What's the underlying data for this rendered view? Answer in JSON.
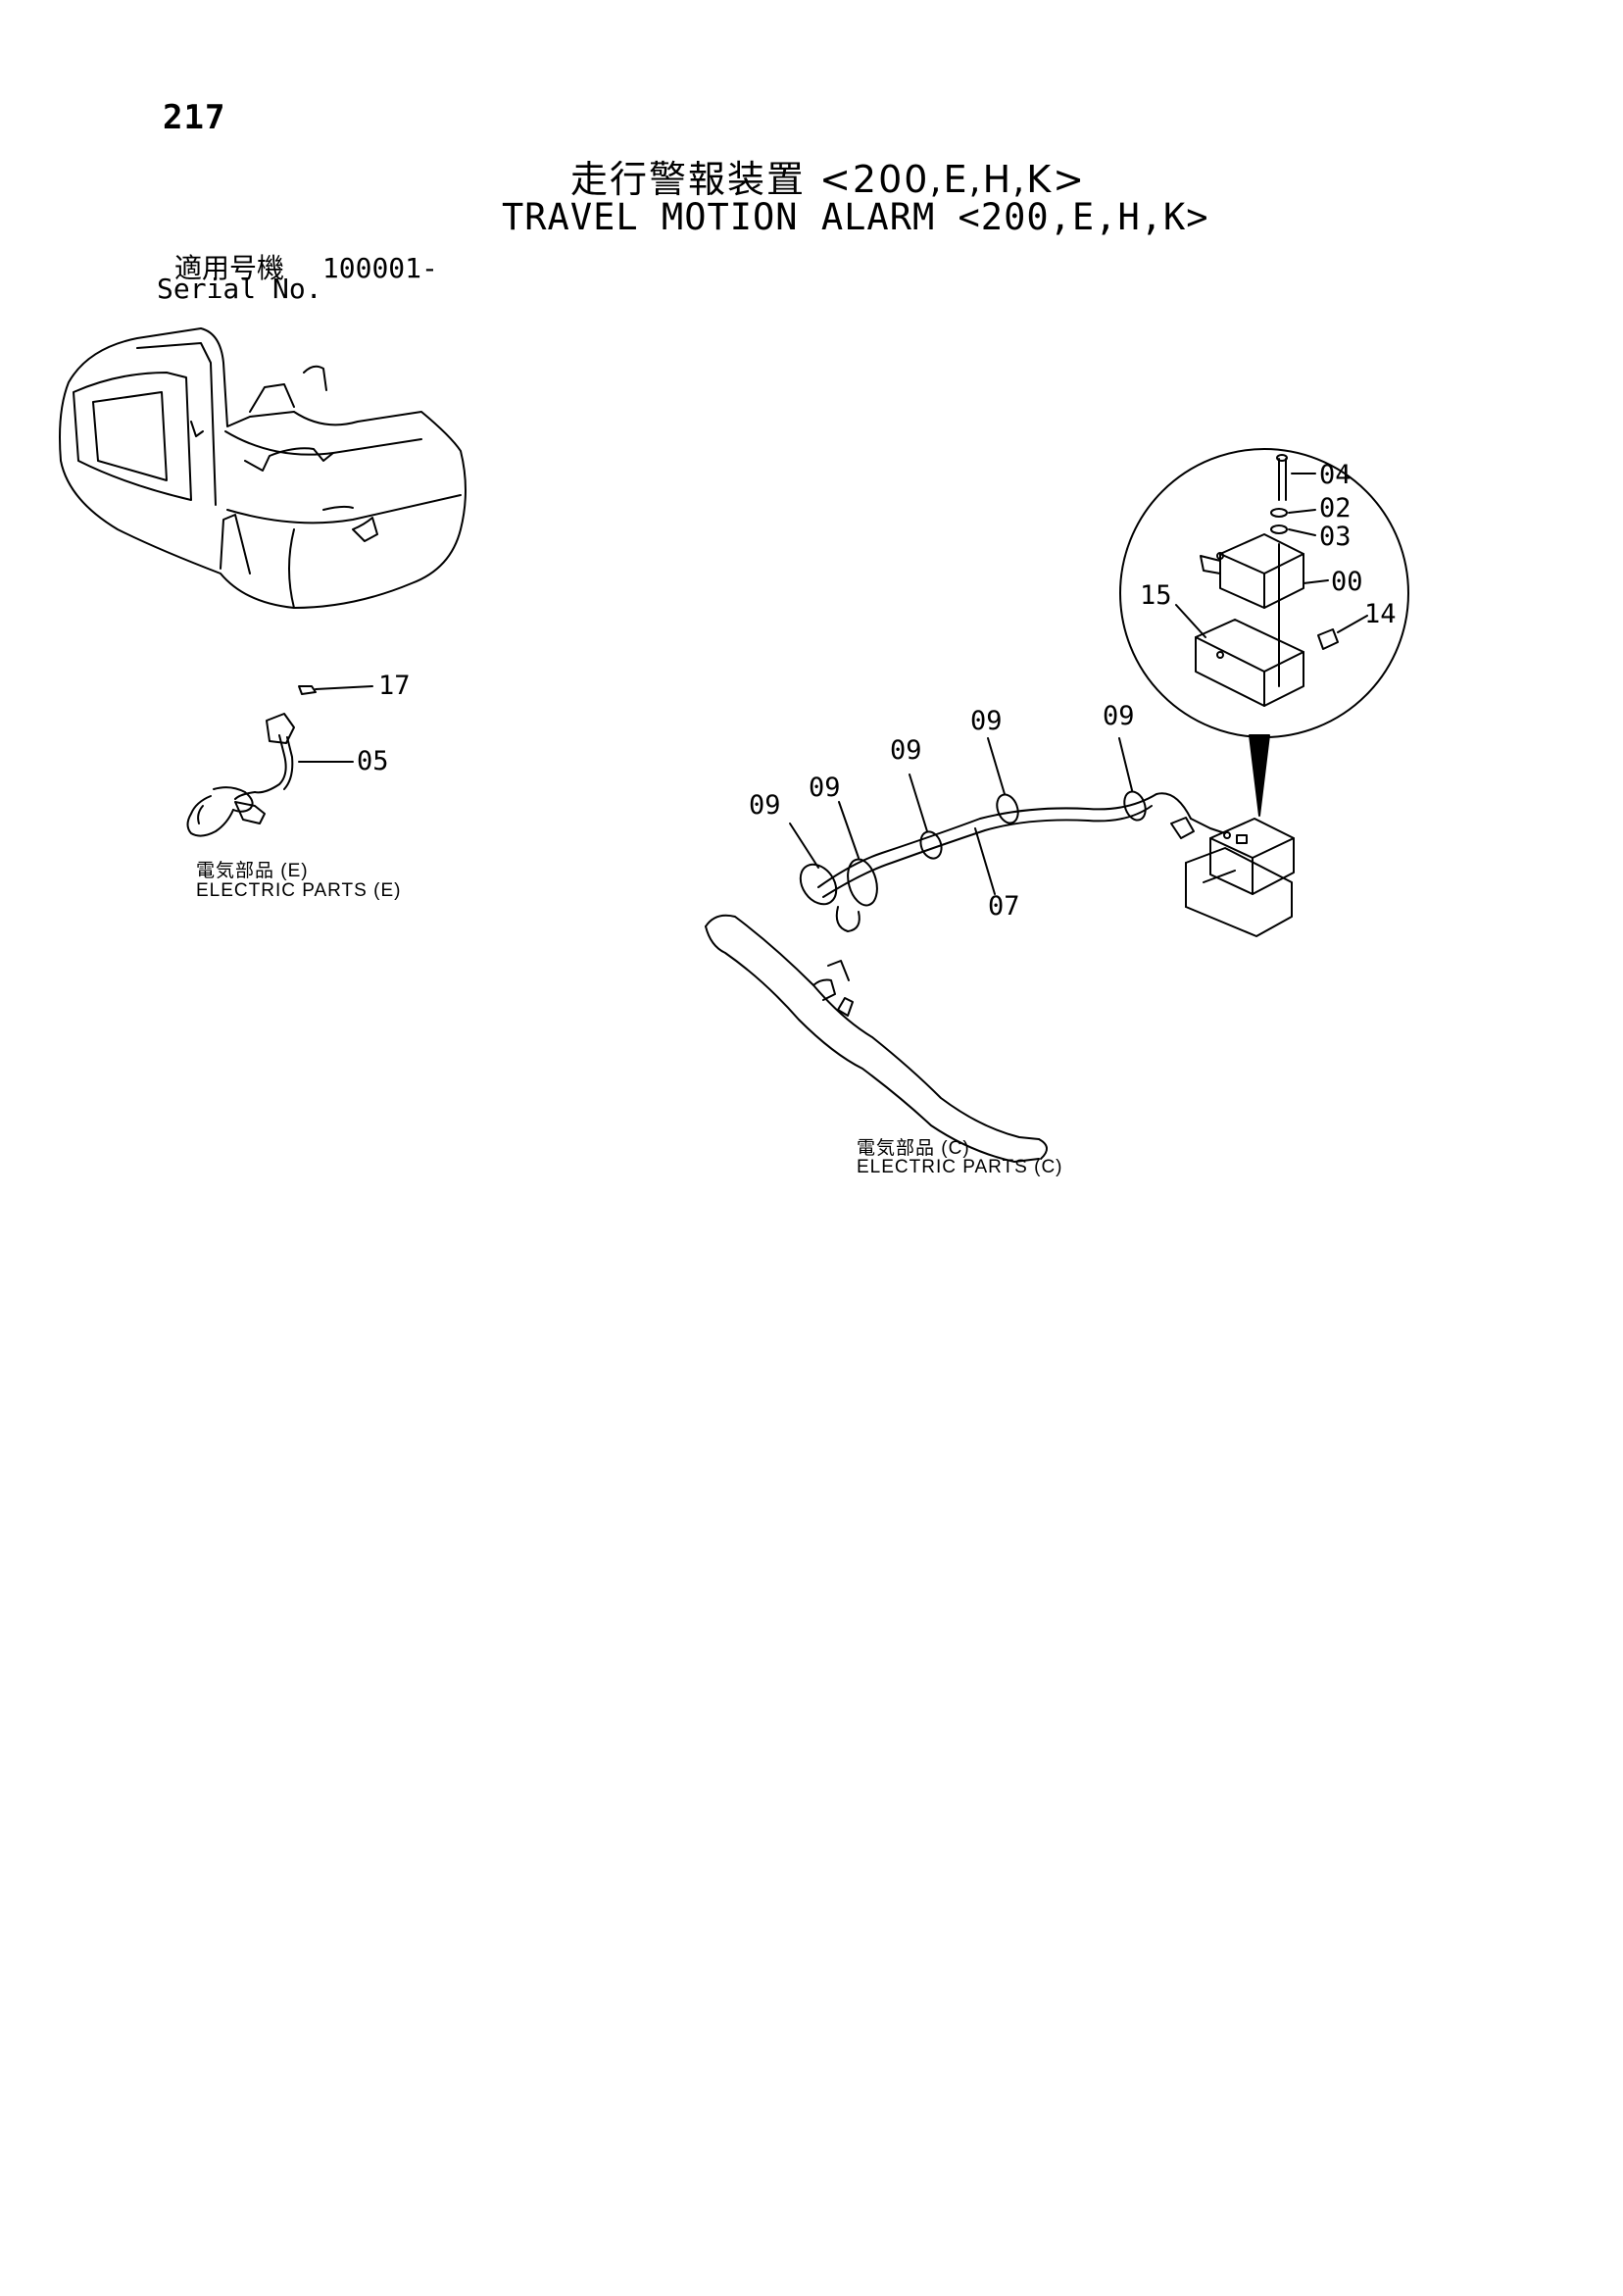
{
  "page_number": "217",
  "title_japanese": "走行警報装置 <200,E,H,K>",
  "title_english": "TRAVEL MOTION ALARM <200,E,H,K>",
  "serial": {
    "label_japanese": "適用号機",
    "number": "100001-",
    "label_english": "Serial No."
  },
  "captions": {
    "electric_parts_e_jp": "電気部品 (E)",
    "electric_parts_e_en": "ELECTRIC PARTS (E)",
    "electric_parts_c_jp": "電気部品 (C)",
    "electric_parts_c_en": "ELECTRIC PARTS (C)"
  },
  "callouts": {
    "c17": "17",
    "c05": "05",
    "c09a": "09",
    "c09b": "09",
    "c09c": "09",
    "c09d": "09",
    "c09e": "09",
    "c07": "07",
    "c04": "04",
    "c02": "02",
    "c03": "03",
    "c00": "00",
    "c15": "15",
    "c14": "14"
  }
}
